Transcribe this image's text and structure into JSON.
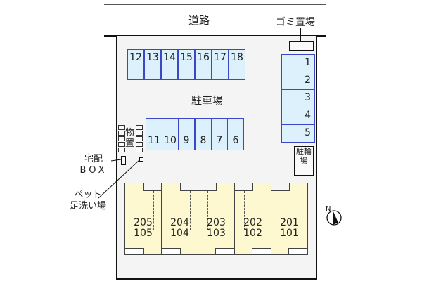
{
  "labels": {
    "road": "道路",
    "garbage": "ゴミ置場",
    "parking": "駐車場",
    "bike_parking": "駐輪場",
    "storage": "物置",
    "delivery_box_line1": "宅配",
    "delivery_box_line2": "BOX",
    "pet_wash_line1": "ペット",
    "pet_wash_line2": "足洗い場",
    "compass": "N"
  },
  "parking_top_row": [
    "12",
    "13",
    "14",
    "15",
    "16",
    "17",
    "18"
  ],
  "parking_middle_row": [
    "11",
    "10",
    "9",
    "8",
    "7",
    "6"
  ],
  "parking_right_column": [
    "1",
    "2",
    "3",
    "4",
    "5"
  ],
  "units": [
    {
      "upper": "205",
      "lower": "105"
    },
    {
      "upper": "204",
      "lower": "104"
    },
    {
      "upper": "203",
      "lower": "103"
    },
    {
      "upper": "202",
      "lower": "102"
    },
    {
      "upper": "201",
      "lower": "101"
    }
  ],
  "colors": {
    "parking_fill": "#dcf1fc",
    "parking_border": "#3a48c8",
    "unit_fill": "#fdf8cf",
    "lot_fill": "#f4f4f4"
  }
}
